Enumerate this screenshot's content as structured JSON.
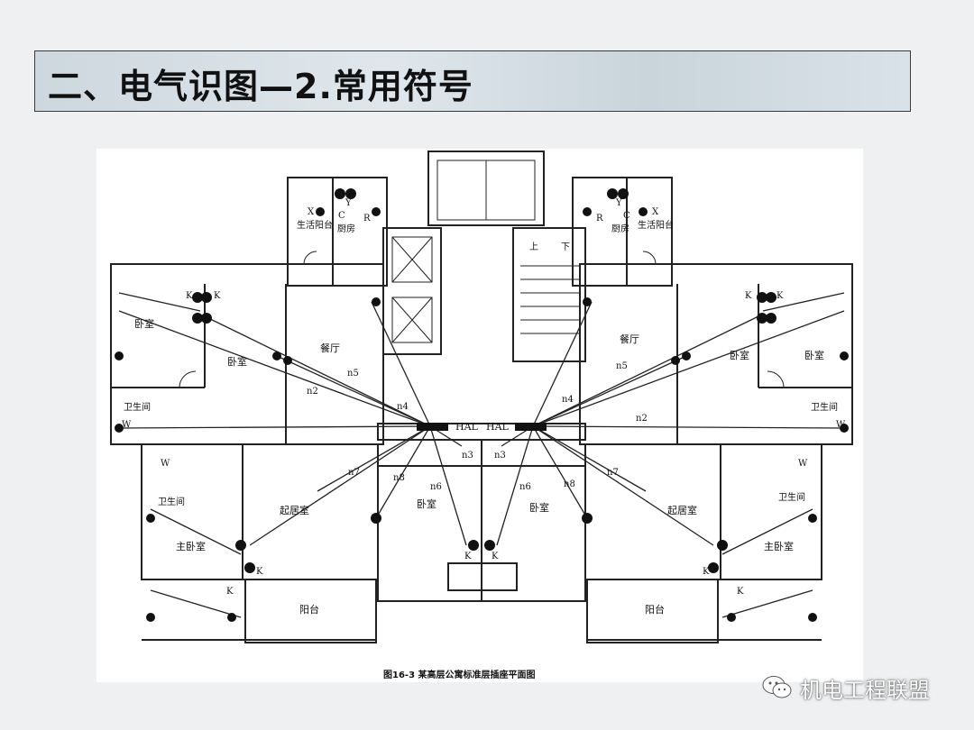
{
  "slide": {
    "title": "二、电气识图—2.常用符号",
    "caption": "图16-3 某高层公寓标准层插座平面图",
    "watermark": "机电工程联盟"
  },
  "plan": {
    "rooms": {
      "left": {
        "balcony_life": "生活阳台",
        "kitchen": "厨房",
        "bedroom_a": "卧室",
        "bedroom_b": "卧室",
        "dining": "餐厅",
        "bathroom": "卫生间",
        "bathroom2": "卫生间",
        "master": "主卧室",
        "living": "起居室",
        "bedroom_c": "卧室",
        "balcony": "阳台"
      },
      "right": {
        "balcony_life": "生活阳台",
        "kitchen": "厨房",
        "bedroom_a": "卧室",
        "bedroom_b": "卧室",
        "dining": "餐厅",
        "bathroom": "卫生间",
        "bathroom2": "卫生间",
        "master": "主卧室",
        "living": "起居室",
        "bedroom_c": "卧室",
        "balcony": "阳台"
      },
      "stair_up": "上",
      "stair_down": "下"
    },
    "panels": {
      "left": "HAL",
      "right": "HAL"
    },
    "circuits": {
      "left": [
        "n2",
        "n3",
        "n4",
        "n5",
        "n6",
        "n7",
        "n8"
      ],
      "right": [
        "n2",
        "n3",
        "n4",
        "n5",
        "n6",
        "n7",
        "n8"
      ]
    },
    "symbols": {
      "x": "X",
      "y": "Y",
      "c": "C",
      "r": "R",
      "k": "K",
      "w": "W"
    }
  }
}
